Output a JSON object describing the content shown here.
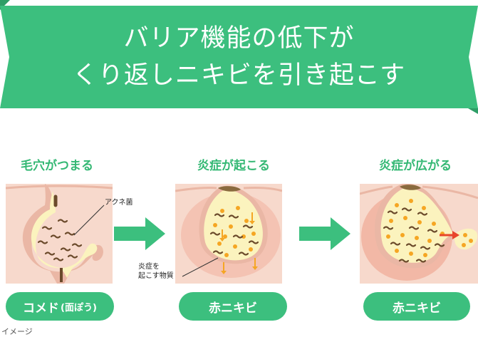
{
  "banner": {
    "line1": "バリア機能の低下が",
    "line2": "くり返しニキビを引き起こす",
    "color": "#3cbf7e",
    "edge_color": "#2e9e67"
  },
  "stages": [
    {
      "title": "毛穴がつまる",
      "label": "コメド",
      "label_sub": "(面ぽう)"
    },
    {
      "title": "炎症が起こる",
      "label": "赤ニキビ"
    },
    {
      "title": "炎症が広がる",
      "label": "赤ニキビ"
    }
  ],
  "callouts": {
    "bacteria": "アクネ菌",
    "substance_line1": "炎症を",
    "substance_line2": "起こす物質"
  },
  "note": "イメージ",
  "colors": {
    "accent": "#3cbf7e",
    "skin": "#f7d9cc",
    "skin_dark": "#eab7a5",
    "sebum": "#fbf3be",
    "bacteria": "#6b4a2b",
    "inflammation": "#f5a623"
  }
}
